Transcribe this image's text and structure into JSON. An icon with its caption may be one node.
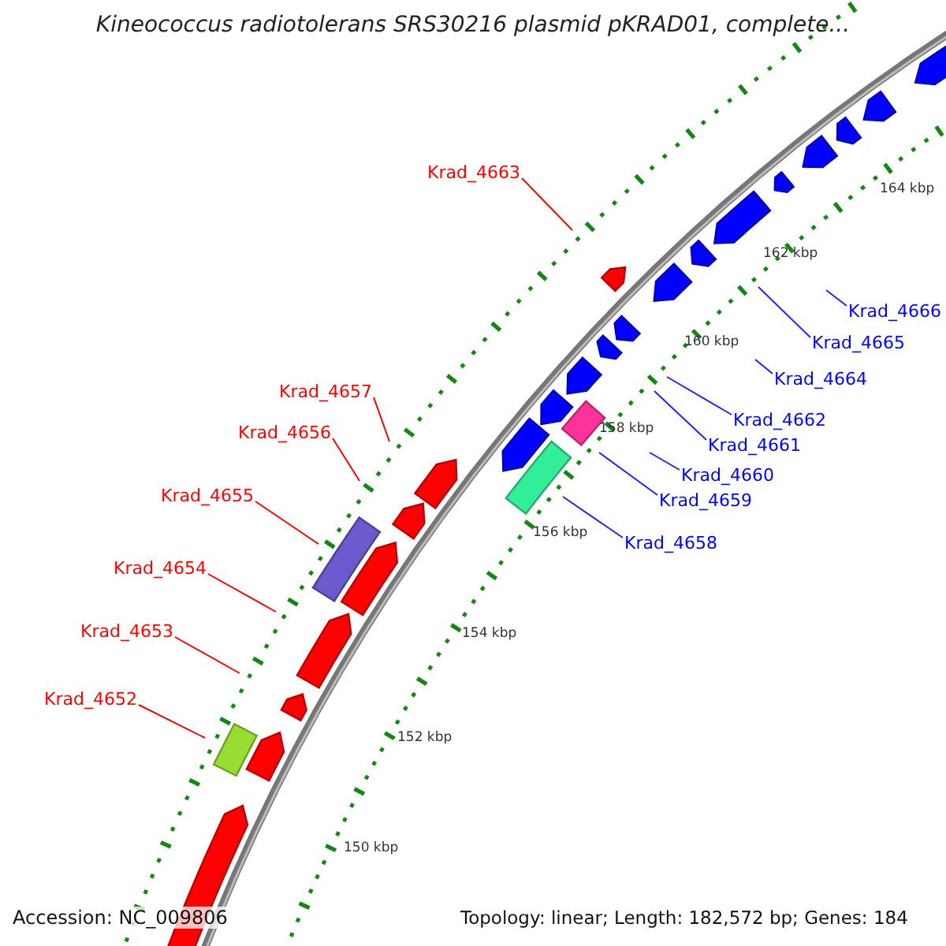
{
  "diagram": {
    "title": "Kineococcus radiotolerans SRS30216 plasmid pKRAD01, complete...",
    "nodes": [
      {
        "text": [
          "Krad_4663"
        ]
      },
      {
        "text": [
          "Krad_4666"
        ]
      },
      {
        "text": [
          "Krad_4665"
        ]
      },
      {
        "text": [
          "Krad_4664"
        ]
      },
      {
        "text": [
          "Krad_4657"
        ]
      },
      {
        "text": [
          "Krad_4662"
        ]
      },
      {
        "text": [
          "Krad_4656"
        ]
      },
      {
        "text": [
          "Krad_4661"
        ]
      },
      {
        "text": [
          "Krad_4660"
        ]
      },
      {
        "text": [
          "Krad_4655"
        ]
      },
      {
        "text": [
          "Krad_4659"
        ]
      },
      {
        "text": [
          "Krad_4658"
        ]
      },
      {
        "text": [
          "Krad_4654"
        ]
      },
      {
        "text": [
          "Krad_4653"
        ]
      },
      {
        "text": [
          "Krad_4652"
        ]
      }
    ],
    "edges": [
      {
        "from": 0,
        "to": null,
        "arrow": "none",
        "color": "#ff0000"
      },
      {
        "from": 1,
        "to": null,
        "arrow": "none"
      },
      {
        "from": 2,
        "to": null,
        "arrow": "none"
      },
      {
        "from": 3,
        "to": null,
        "arrow": "none"
      },
      {
        "from": 4,
        "to": null,
        "arrow": "none",
        "color": "#ff0000"
      },
      {
        "from": 5,
        "to": null,
        "arrow": "none"
      },
      {
        "from": 6,
        "to": null,
        "arrow": "none",
        "color": "#ff0000"
      },
      {
        "from": 7,
        "to": null,
        "arrow": "none"
      },
      {
        "from": 8,
        "to": null,
        "arrow": "none"
      },
      {
        "from": 9,
        "to": null,
        "arrow": "none",
        "color": "#ff0000"
      },
      {
        "from": 10,
        "to": null,
        "arrow": "none"
      },
      {
        "from": 11,
        "to": null,
        "arrow": "none"
      },
      {
        "from": 12,
        "to": null,
        "arrow": "none",
        "color": "#ff0000"
      },
      {
        "from": 13,
        "to": null,
        "arrow": "none",
        "color": "#ff0000"
      },
      {
        "from": 14,
        "to": null,
        "arrow": "none",
        "color": "#ff0000"
      }
    ],
    "labels": [
      "164 kbp",
      "162 kbp",
      "160 kbp",
      "158 kbp",
      "156 kbp",
      "154 kbp",
      "152 kbp",
      "150 kbp",
      "Accession: NC_009806",
      "Topology: linear; Length: 182,572 bp; Genes: 184"
    ]
  }
}
